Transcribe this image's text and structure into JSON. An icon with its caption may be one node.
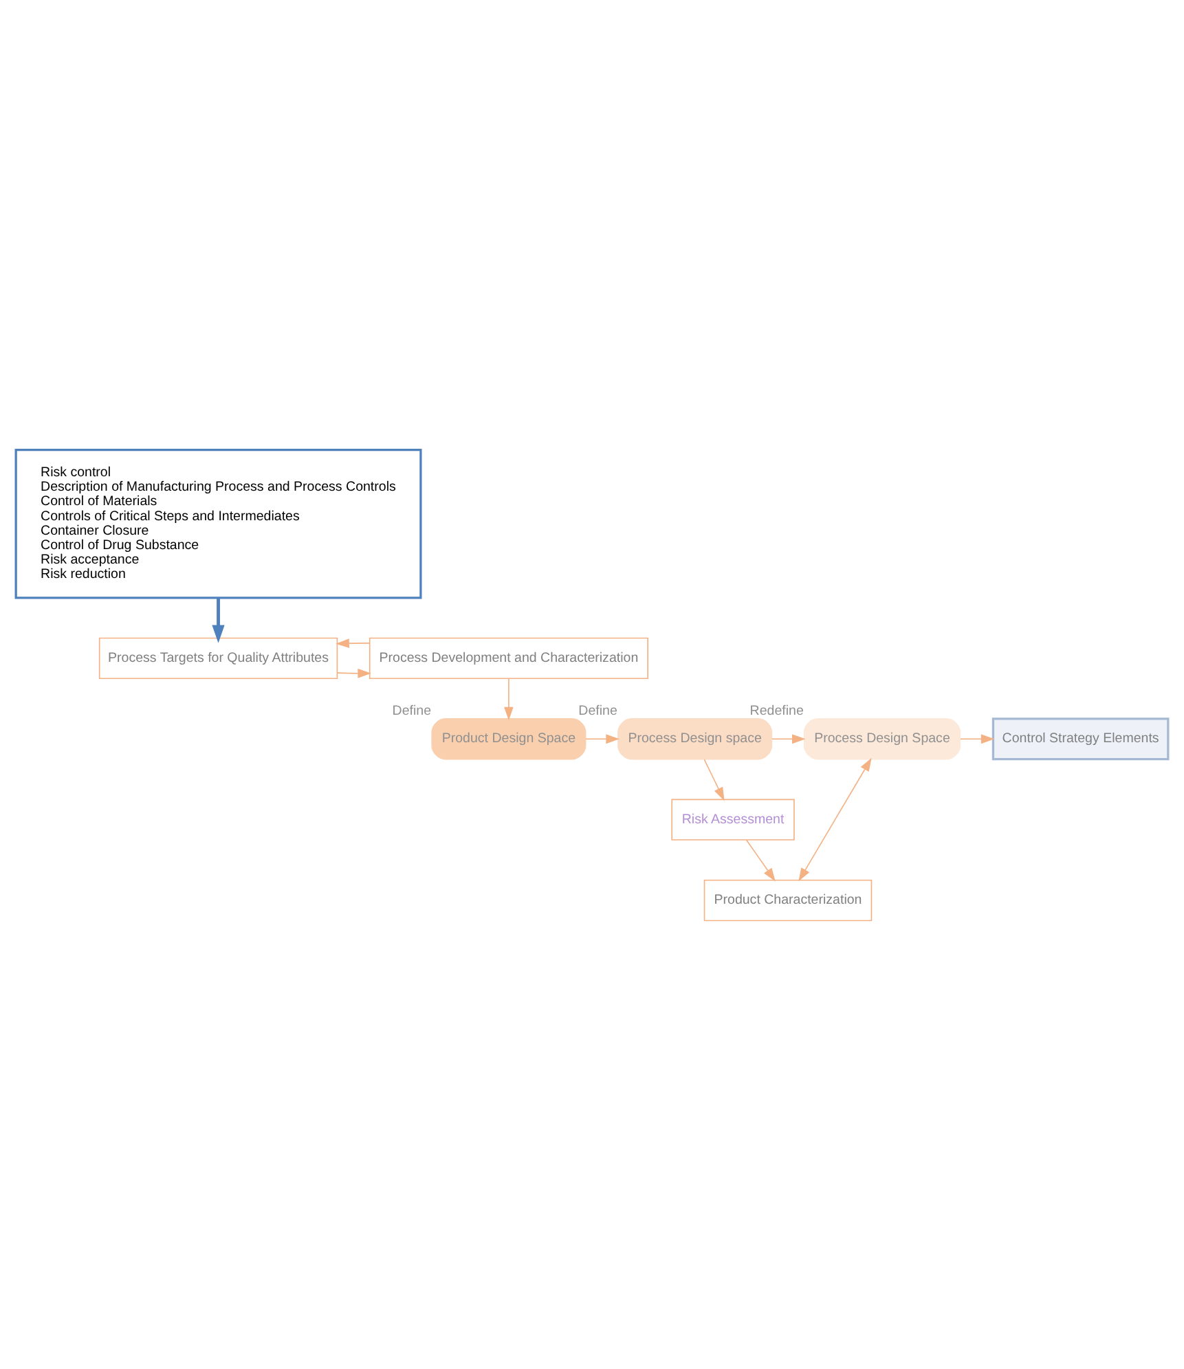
{
  "diagram": {
    "nodes": [
      {
        "text": [
          "Risk control",
          "Description of Manufacturing Process and Process Controls",
          "Control of Materials",
          "Controls of Critical Steps and Intermediates",
          "Container Closure",
          "Control of Drug Substance",
          "Risk acceptance",
          "Risk reduction"
        ]
      },
      {
        "text": [
          "Process Targets for Quality Attributes"
        ]
      },
      {
        "text": [
          "Process Development and Characterization"
        ]
      },
      {
        "text": [
          "Product Design Space"
        ],
        "beside": [
          "Define"
        ]
      },
      {
        "text": [
          "Process Design space"
        ],
        "beside": [
          "Define"
        ]
      },
      {
        "text": [
          "Process Design Space"
        ],
        "beside": [
          "Redefine"
        ]
      },
      {
        "text": [
          "Risk Assessment"
        ]
      },
      {
        "text": [
          "Product Characterization"
        ]
      },
      {
        "text": [
          "Control Strategy Elements"
        ]
      }
    ],
    "edges": [
      {
        "from": 0,
        "to": 1,
        "arrow": "to",
        "style": "thick",
        "color": "#4f81bd"
      },
      {
        "from": 1,
        "to": 2,
        "arrow": "to"
      },
      {
        "from": 2,
        "to": 1,
        "arrow": "to"
      },
      {
        "from": 2,
        "to": 3,
        "arrow": "to"
      },
      {
        "from": 3,
        "to": 4,
        "arrow": "to"
      },
      {
        "from": 4,
        "to": 5,
        "arrow": "to"
      },
      {
        "from": 5,
        "to": 8,
        "arrow": "to"
      },
      {
        "from": 4,
        "to": 6,
        "arrow": "to"
      },
      {
        "from": 6,
        "to": 7,
        "arrow": "to"
      },
      {
        "from": 5,
        "to": 7,
        "arrow": "both"
      }
    ]
  }
}
